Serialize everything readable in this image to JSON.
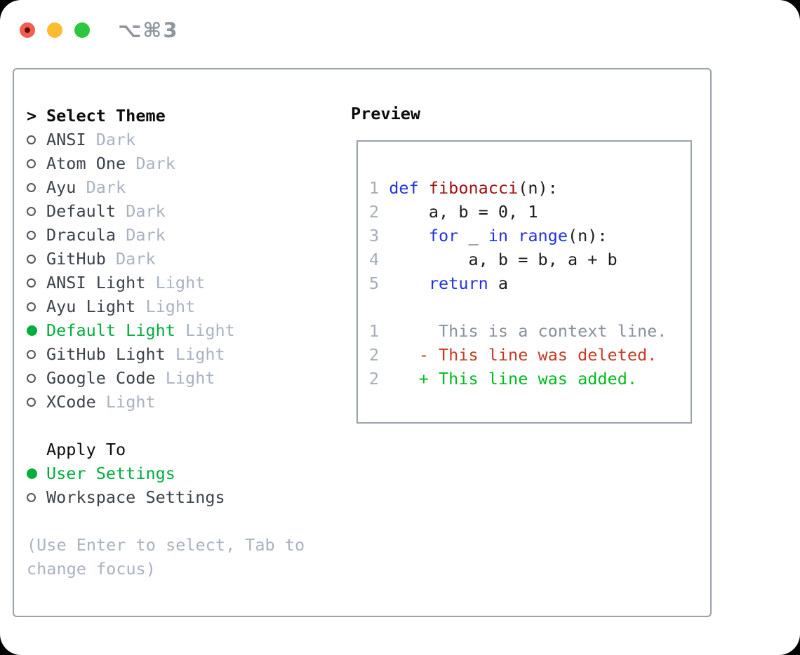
{
  "window": {
    "title": "⌥⌘3"
  },
  "colors": {
    "ui_green": "#00ae3d",
    "keyword_blue": "#2233dd",
    "function_red": "#a01212",
    "deleted_red": "#c53b22",
    "added_green": "#00bd1d",
    "muted_gray": "#a9b2c0",
    "item_text": "#3c424a",
    "heading_text": "#0d0d0f",
    "code_text": "#1c1c1c",
    "line_number_gray": "#a4adb8",
    "context_gray": "#8a919b",
    "border_gray": "#9aa2ad",
    "titlebar_gray": "#8f969e",
    "traffic_red": "#f45d51",
    "traffic_yellow": "#fcbc2f",
    "traffic_green": "#2dc63f",
    "unsaved_dot": "#5c100c"
  },
  "theme_list": {
    "title": "Select Theme",
    "cursor": ">",
    "items": [
      {
        "name": "ANSI",
        "variant": "Dark",
        "selected": false
      },
      {
        "name": "Atom One",
        "variant": "Dark",
        "selected": false
      },
      {
        "name": "Ayu",
        "variant": "Dark",
        "selected": false
      },
      {
        "name": "Default",
        "variant": "Dark",
        "selected": false
      },
      {
        "name": "Dracula",
        "variant": "Dark",
        "selected": false
      },
      {
        "name": "GitHub",
        "variant": "Dark",
        "selected": false
      },
      {
        "name": "ANSI Light",
        "variant": "Light",
        "selected": false
      },
      {
        "name": "Ayu Light",
        "variant": "Light",
        "selected": false
      },
      {
        "name": "Default Light",
        "variant": "Light",
        "selected": true
      },
      {
        "name": "GitHub Light",
        "variant": "Light",
        "selected": false
      },
      {
        "name": "Google Code",
        "variant": "Light",
        "selected": false
      },
      {
        "name": "XCode",
        "variant": "Light",
        "selected": false
      }
    ]
  },
  "apply_to": {
    "title": "Apply To",
    "options": [
      {
        "label": "User Settings",
        "selected": true
      },
      {
        "label": "Workspace Settings",
        "selected": false
      }
    ]
  },
  "help_lines": [
    "(Use Enter to select, Tab to",
    "change focus)"
  ],
  "preview": {
    "title": "Preview",
    "lines": [
      {
        "num": "1",
        "segments": [
          {
            "t": "def",
            "c": "kw"
          },
          {
            "t": " ",
            "c": "plain"
          },
          {
            "t": "fibonacci",
            "c": "fn"
          },
          {
            "t": "(n):",
            "c": "plain"
          }
        ]
      },
      {
        "num": "2",
        "segments": [
          {
            "t": "    a, b = 0, 1",
            "c": "plain"
          }
        ]
      },
      {
        "num": "3",
        "segments": [
          {
            "t": "    ",
            "c": "plain"
          },
          {
            "t": "for",
            "c": "kw"
          },
          {
            "t": " _ ",
            "c": "plain"
          },
          {
            "t": "in",
            "c": "kw"
          },
          {
            "t": " ",
            "c": "plain"
          },
          {
            "t": "range",
            "c": "kw"
          },
          {
            "t": "(n):",
            "c": "plain"
          }
        ]
      },
      {
        "num": "4",
        "segments": [
          {
            "t": "        a, b = b, a + b",
            "c": "plain"
          }
        ]
      },
      {
        "num": "5",
        "segments": [
          {
            "t": "    ",
            "c": "plain"
          },
          {
            "t": "return",
            "c": "kw"
          },
          {
            "t": " a",
            "c": "plain"
          }
        ]
      },
      {
        "num": "",
        "segments": []
      },
      {
        "num": "1",
        "segments": [
          {
            "t": "     This is a context line.",
            "c": "ctx"
          }
        ]
      },
      {
        "num": "2",
        "segments": [
          {
            "t": "   - This line was deleted.",
            "c": "del"
          }
        ]
      },
      {
        "num": "2",
        "segments": [
          {
            "t": "   + This line was added.",
            "c": "add"
          }
        ]
      }
    ]
  }
}
